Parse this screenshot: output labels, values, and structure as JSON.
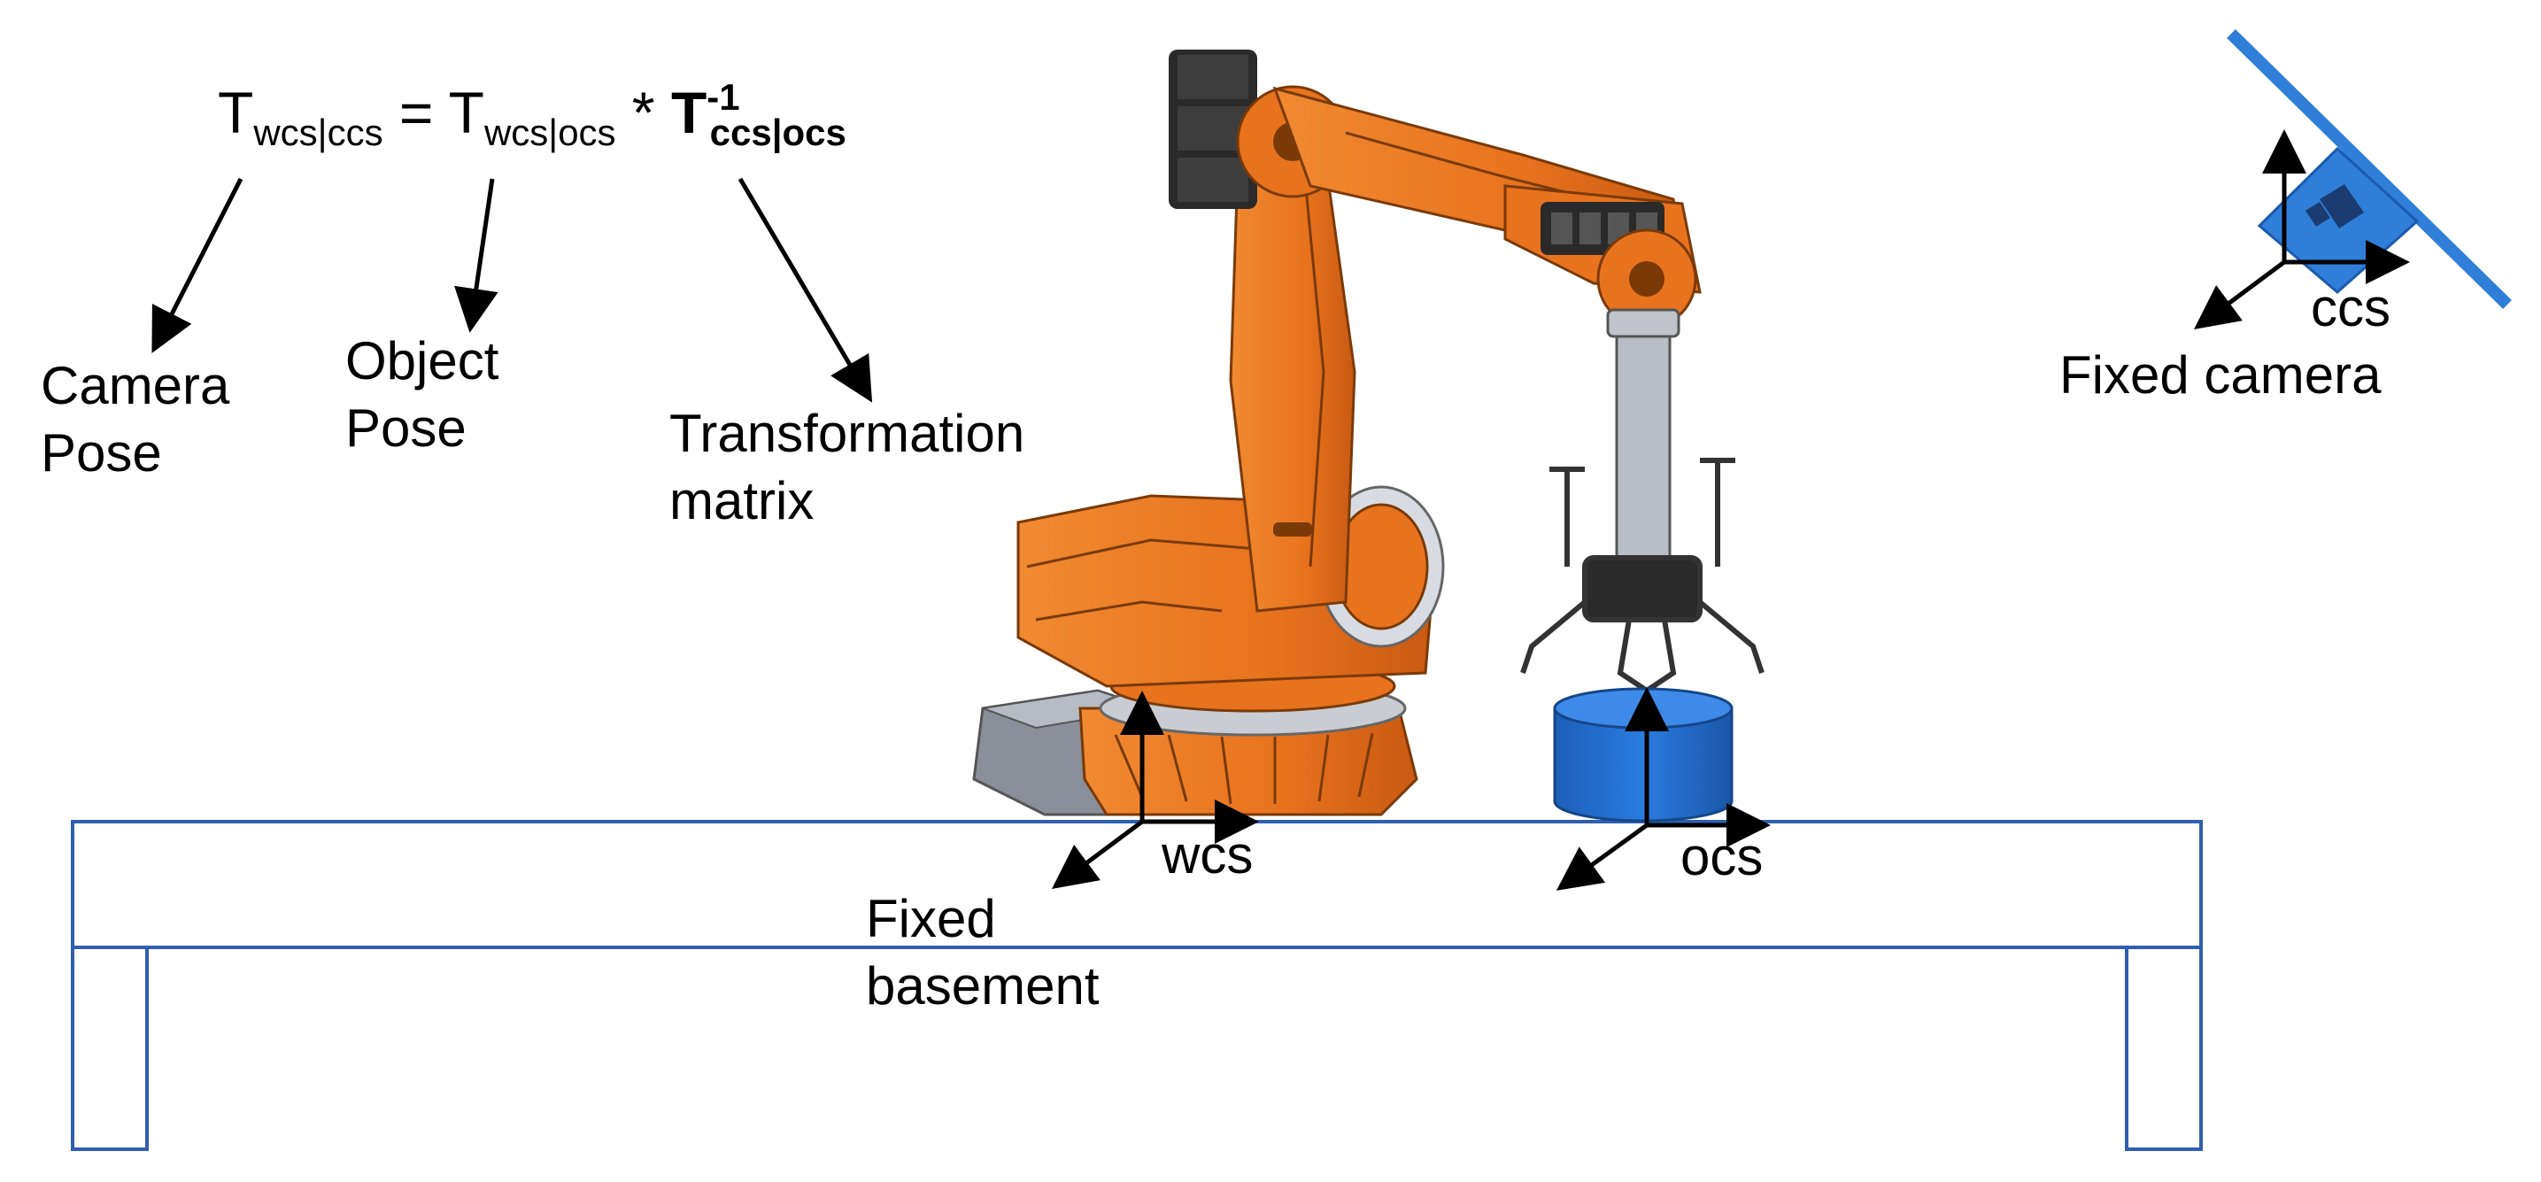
{
  "equation": {
    "lhs_symbol": "T",
    "lhs_sub": "wcs|ccs",
    "equals": "=",
    "rhs1_symbol": "T",
    "rhs1_sub": "wcs|ocs",
    "times": "*",
    "rhs2_symbol": "T",
    "rhs2_sup": "-1",
    "rhs2_sub": "ccs|ocs"
  },
  "labels": {
    "camera_pose": [
      "Camera",
      "Pose"
    ],
    "object_pose": [
      "Object",
      "Pose"
    ],
    "transformation_matrix": [
      "Transformation",
      "matrix"
    ],
    "fixed_camera": "Fixed camera",
    "ccs": "ccs",
    "wcs": "wcs",
    "ocs": "ocs",
    "fixed_basement": [
      "Fixed",
      "basement"
    ]
  },
  "colors": {
    "robot_orange": "#E8731F",
    "robot_dark": "#A84A10",
    "robot_black": "#2A2A2A",
    "object_blue": "#1F6FD0",
    "camera_blue": "#2F7FD8",
    "table_outline": "#2F5FAF",
    "gray_base": "#8A8F99"
  }
}
